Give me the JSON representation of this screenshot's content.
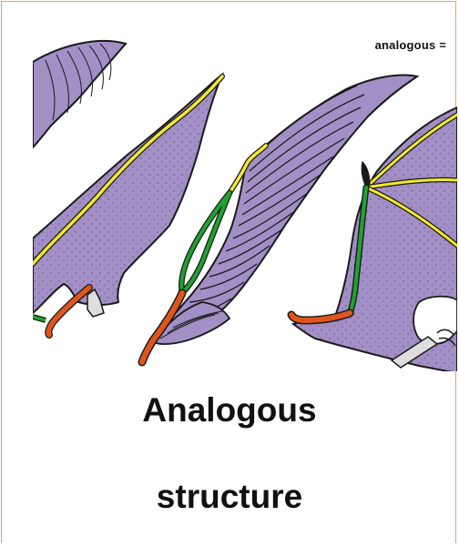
{
  "header": {
    "label": "analogous ="
  },
  "caption": {
    "line1": "Analogous",
    "line2": "structure"
  },
  "colors": {
    "border": "#f0a050",
    "membrane": "#a28fc6",
    "outline": "#1a1a1a",
    "humerus": "#e0561a",
    "radius_ulna": "#1fa12f",
    "digits": "#f2e92a",
    "bone_white": "#dedede"
  },
  "figures": [
    {
      "name": "pterosaur-wing"
    },
    {
      "name": "bird-wing"
    },
    {
      "name": "bat-wing"
    }
  ]
}
